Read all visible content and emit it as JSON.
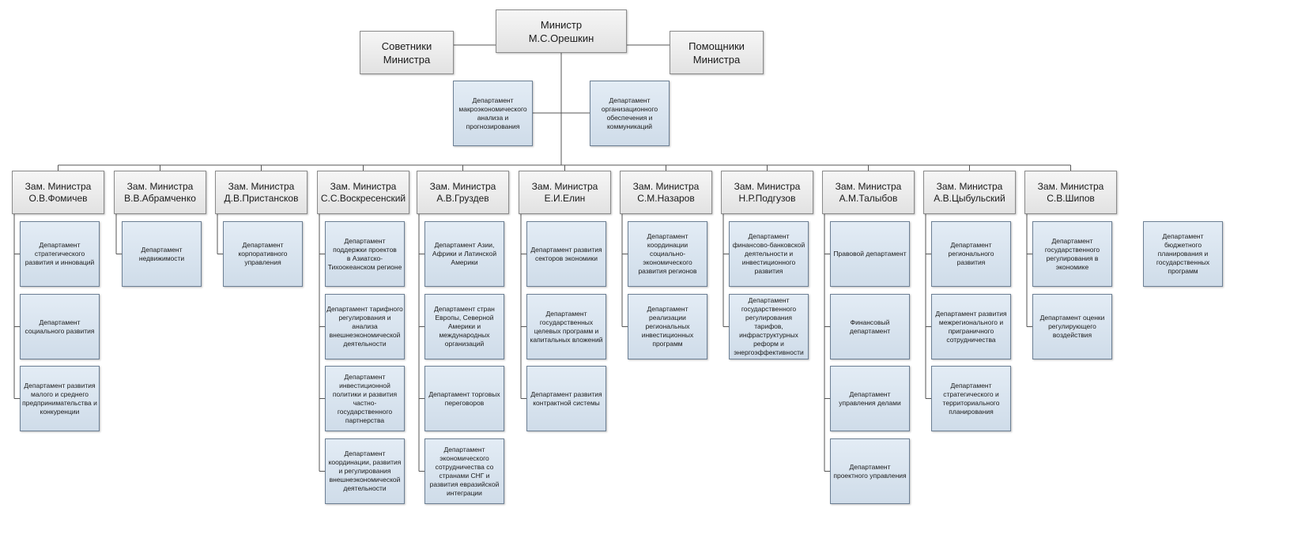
{
  "minister": {
    "lines": [
      "Министр",
      "М.С.Орешкин"
    ]
  },
  "advisors": {
    "lines": [
      "Советники",
      "Министра"
    ]
  },
  "assistants": {
    "lines": [
      "Помощники",
      "Министра"
    ]
  },
  "top_departments": [
    {
      "lines": [
        "Департамент",
        "макроэкономического",
        "анализа и",
        "прогнозирования"
      ]
    },
    {
      "lines": [
        "Департамент",
        "организационного",
        "обеспечения и",
        "коммуникаций"
      ]
    }
  ],
  "deputies": [
    {
      "lines": [
        "Зам. Министра",
        "О.В.Фомичев"
      ],
      "departments": [
        [
          "Департамент",
          "стратегического",
          "развития и инноваций"
        ],
        [
          "Департамент",
          "социального развития"
        ],
        [
          "Департамент развития",
          "малого и среднего",
          "предпринимательства и",
          "конкуренции"
        ]
      ]
    },
    {
      "lines": [
        "Зам. Министра",
        "В.В.Абрамченко"
      ],
      "departments": [
        [
          "Департамент",
          "недвижимости"
        ]
      ]
    },
    {
      "lines": [
        "Зам. Министра",
        "Д.В.Пристансков"
      ],
      "departments": [
        [
          "Департамент",
          "корпоративного",
          "управления"
        ]
      ]
    },
    {
      "lines": [
        "Зам. Министра",
        "С.С.Воскресенский"
      ],
      "departments": [
        [
          "Департамент",
          "поддержки проектов",
          "в Азиатско-",
          "Тихоокеанском регионе"
        ],
        [
          "Департамент тарифного",
          "регулирования и",
          "анализа",
          "внешнеэкономической",
          "деятельности"
        ],
        [
          "Департамент",
          "инвестиционной",
          "политики и развития",
          "частно-",
          "государственного",
          "партнерства"
        ],
        [
          "Департамент",
          "координации, развития",
          "и регулирования",
          "внешнеэкономической",
          "деятельности"
        ]
      ]
    },
    {
      "lines": [
        "Зам. Министра",
        "А.В.Груздев"
      ],
      "departments": [
        [
          "Департамент Азии,",
          "Африки и Латинской",
          "Америки"
        ],
        [
          "Департамент  стран",
          "Европы, Северной",
          "Америки и",
          "международных",
          "организаций"
        ],
        [
          "Департамент  торговых",
          "переговоров"
        ],
        [
          "Департамент",
          "экономического",
          "сотрудничества со",
          "странами СНГ и",
          "развития евразийской",
          "интеграции"
        ]
      ]
    },
    {
      "lines": [
        "Зам. Министра",
        "Е.И.Елин"
      ],
      "departments": [
        [
          "Департамент  развития",
          "секторов экономики"
        ],
        [
          "Департамент",
          "государственных",
          "целевых программ и",
          "капитальных вложений"
        ],
        [
          "Департамент развития",
          "контрактной системы"
        ]
      ]
    },
    {
      "lines": [
        "Зам. Министра",
        "С.М.Назаров"
      ],
      "departments": [
        [
          "Департамент",
          "координации",
          "социально-",
          "экономического",
          "развития регионов"
        ],
        [
          "Департамент",
          "реализации",
          "региональных",
          "инвестиционных",
          "программ"
        ]
      ]
    },
    {
      "lines": [
        "Зам. Министра",
        "Н.Р.Подгузов"
      ],
      "departments": [
        [
          "Департамент",
          "финансово-банковской",
          "деятельности и",
          "инвестиционного",
          "развития"
        ],
        [
          "Департамент",
          "государственного",
          "регулирования",
          "тарифов,",
          "инфраструктурных",
          "реформ и",
          "энергоэффективности"
        ]
      ]
    },
    {
      "lines": [
        "Зам. Министра",
        "А.М.Талыбов"
      ],
      "departments": [
        [
          "Правовой департамент"
        ],
        [
          "Финансовый",
          "департамент"
        ],
        [
          "Департамент",
          "управления делами"
        ],
        [
          "Департамент",
          "проектного управления"
        ]
      ]
    },
    {
      "lines": [
        "Зам. Министра",
        "А.В.Цыбульский"
      ],
      "departments": [
        [
          "Департамент",
          "регионального",
          "развития"
        ],
        [
          "Департамент развития",
          "межрегионального и",
          "приграничного",
          "сотрудничества"
        ],
        [
          "Департамент",
          "стратегического и",
          "территориального",
          "планирования"
        ]
      ]
    },
    {
      "lines": [
        "Зам. Министра",
        "С.В.Шипов"
      ],
      "departments": [
        [
          "Департамент",
          "государственного",
          "регулирования в",
          "экономике"
        ],
        [
          "Департамент оценки",
          "регулирующего",
          "воздействия"
        ]
      ]
    }
  ],
  "standalone_department": {
    "lines": [
      "Департамент",
      "бюджетного",
      "планирования и",
      "государственных",
      "программ"
    ]
  }
}
